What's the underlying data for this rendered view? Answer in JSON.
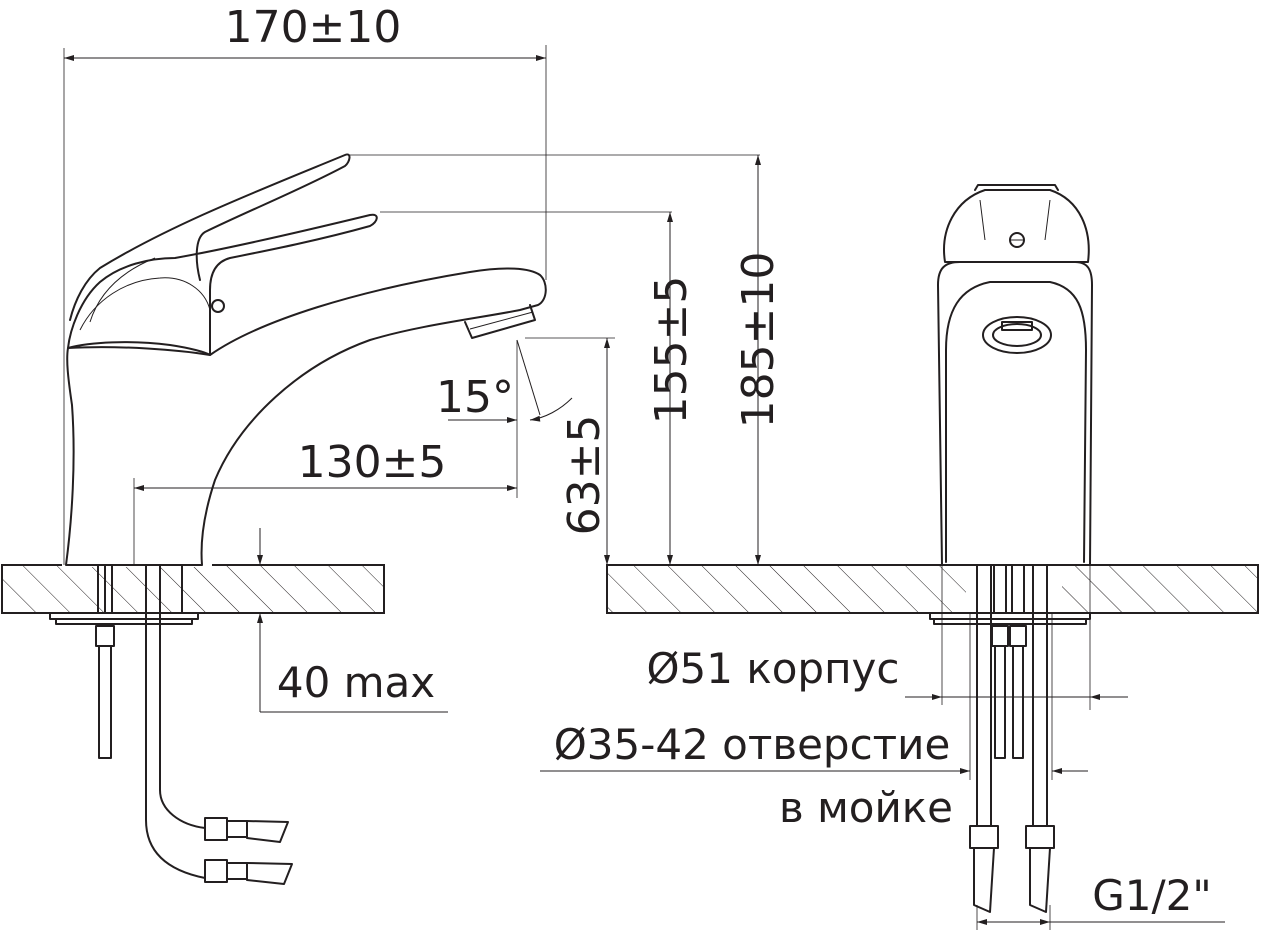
{
  "dimensions": {
    "overall_length": "170±10",
    "spout_reach": "130±5",
    "spout_angle": "15°",
    "spout_height": "63±5",
    "lever_height": "155±5",
    "max_lever_height": "185±10",
    "countertop_max": "40 max",
    "body_diameter": "Ø51 корпус",
    "hole_diameter_line1": "Ø35-42 отверстие",
    "hole_diameter_line2": "в мойке",
    "connection_thread": "G1/2\""
  },
  "colors": {
    "line": "#231f20",
    "background": "#ffffff"
  }
}
